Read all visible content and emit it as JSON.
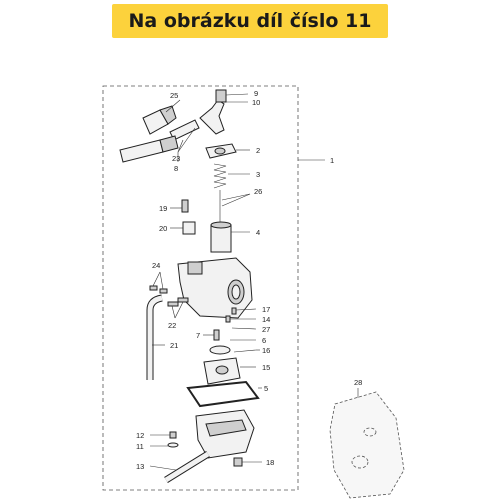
{
  "banner": {
    "text": "Na obrázku díl číslo 11"
  },
  "callouts": {
    "c1": "1",
    "c2": "2",
    "c3": "3",
    "c4": "4",
    "c5": "5",
    "c6": "6",
    "c7": "7",
    "c8": "8",
    "c9": "9",
    "c10": "10",
    "c11": "11",
    "c12": "12",
    "c13": "13",
    "c14": "14",
    "c15": "15",
    "c16": "16",
    "c17": "17",
    "c18": "18",
    "c19": "19",
    "c20": "20",
    "c21": "21",
    "c22": "22",
    "c23": "23",
    "c24": "24",
    "c25": "25",
    "c26": "26",
    "c27": "27",
    "c28": "28"
  }
}
